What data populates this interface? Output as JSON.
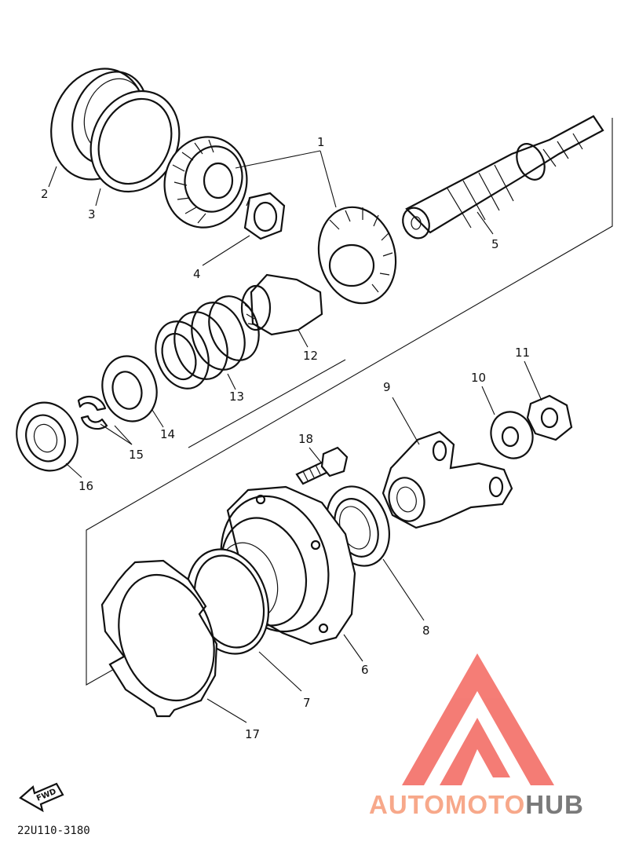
{
  "diagram": {
    "footer_code": "22U110-3180",
    "fwd_label": "FWD",
    "callouts": [
      "1",
      "2",
      "3",
      "4",
      "5",
      "6",
      "7",
      "8",
      "9",
      "10",
      "11",
      "12",
      "13",
      "14",
      "15",
      "16",
      "17",
      "18"
    ]
  },
  "watermark": {
    "part1": "AUTO",
    "part2": "MOTO",
    "part3": "HUB",
    "color_main": "#f7a88a",
    "color_hub": "#7a7a7a",
    "logo_color": "#f3665e"
  }
}
